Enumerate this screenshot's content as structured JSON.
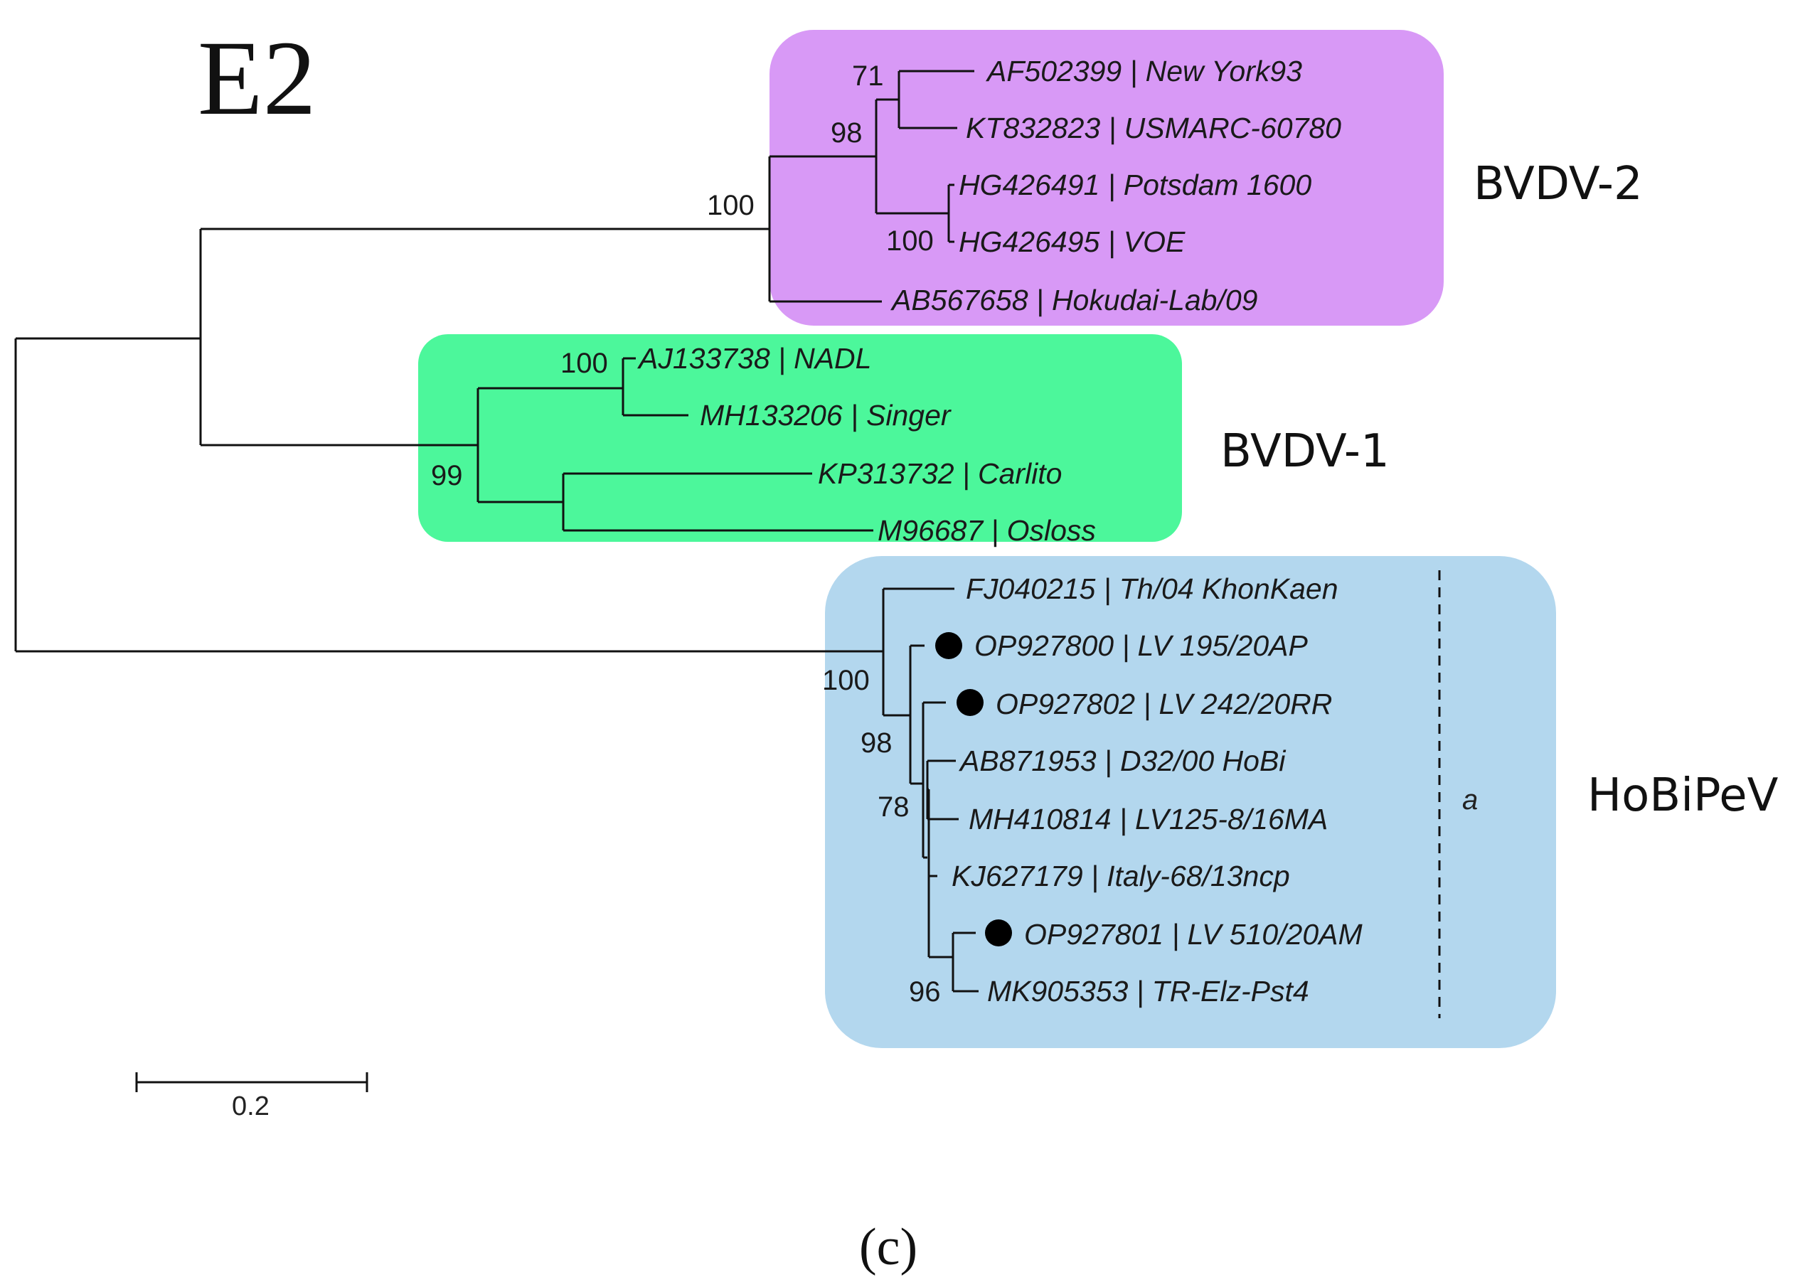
{
  "figure": {
    "title": "E2",
    "panel_label": "(c)"
  },
  "clades": [
    {
      "label": "BVDV-2",
      "color": "#d899f6"
    },
    {
      "label": "BVDV-1",
      "color": "#4cf79b"
    },
    {
      "label": "HoBiPeV",
      "color": "#b3d7ee",
      "subgroup": "a"
    }
  ],
  "taxa": [
    {
      "accession": "AF502399",
      "strain": "New  York93",
      "clade": "BVDV-2",
      "marked": false
    },
    {
      "accession": "KT832823",
      "strain": "USMARC-60780",
      "clade": "BVDV-2",
      "marked": false
    },
    {
      "accession": "HG426491",
      "strain": "Potsdam 1600",
      "clade": "BVDV-2",
      "marked": false
    },
    {
      "accession": "HG426495",
      "strain": "VOE",
      "clade": "BVDV-2",
      "marked": false
    },
    {
      "accession": "AB567658",
      "strain": "Hokudai-Lab/09",
      "clade": "BVDV-2",
      "marked": false
    },
    {
      "accession": "AJ133738",
      "strain": "NADL",
      "clade": "BVDV-1",
      "marked": false
    },
    {
      "accession": "MH133206",
      "strain": "Singer",
      "clade": "BVDV-1",
      "marked": false
    },
    {
      "accession": "KP313732",
      "strain": "Carlito",
      "clade": "BVDV-1",
      "marked": false
    },
    {
      "accession": "M96687",
      "strain": "Osloss",
      "clade": "BVDV-1",
      "marked": false
    },
    {
      "accession": "FJ040215",
      "strain": "Th/04 KhonKaen",
      "clade": "HoBiPeV",
      "marked": false
    },
    {
      "accession": "OP927800",
      "strain": "LV 195/20AP",
      "clade": "HoBiPeV",
      "marked": true
    },
    {
      "accession": "OP927802",
      "strain": "LV 242/20RR",
      "clade": "HoBiPeV",
      "marked": true
    },
    {
      "accession": "AB871953",
      "strain": "D32/00 HoBi",
      "clade": "HoBiPeV",
      "marked": false
    },
    {
      "accession": "MH410814",
      "strain": "LV125-8/16MA",
      "clade": "HoBiPeV",
      "marked": false
    },
    {
      "accession": "KJ627179",
      "strain": "Italy-68/13ncp",
      "clade": "HoBiPeV",
      "marked": false
    },
    {
      "accession": "OP927801",
      "strain": "LV 510/20AM",
      "clade": "HoBiPeV",
      "marked": true
    },
    {
      "accession": "MK905353",
      "strain": "TR-Elz-Pst4",
      "clade": "HoBiPeV",
      "marked": false
    }
  ],
  "bootstrap": [
    "71",
    "98",
    "100",
    "100",
    "100",
    "99",
    "100",
    "98",
    "78",
    "96"
  ],
  "scale_bar": {
    "label": "0.2",
    "value": 0.2
  }
}
